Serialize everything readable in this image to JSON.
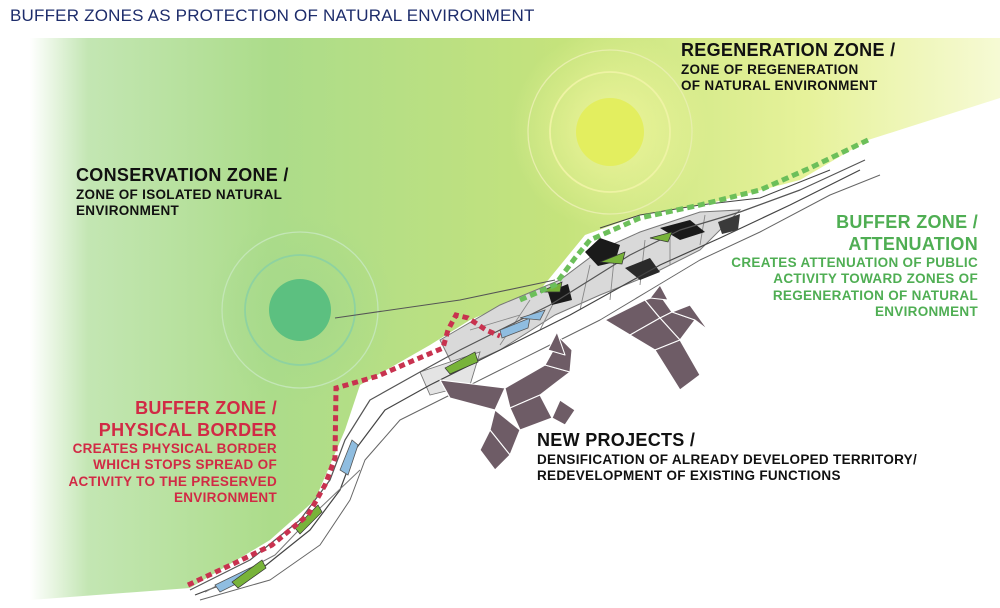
{
  "title": "BUFFER ZONES AS PROTECTION OF NATURAL ENVIRONMENT",
  "zones": {
    "regeneration": {
      "heading": "REGENERATION ZONE /",
      "lines": [
        "ZONE OF REGENERATION",
        "OF NATURAL ENVIRONMENT"
      ]
    },
    "conservation": {
      "heading": "CONSERVATION ZONE /",
      "lines": [
        "ZONE OF ISOLATED NATURAL",
        "ENVIRONMENT"
      ]
    },
    "buffer_attenuation": {
      "heading_1": "BUFFER ZONE /",
      "heading_2": "ATTENUATION",
      "lines": [
        "CREATES ATTENUATION OF PUBLIC",
        "ACTIVITY TOWARD ZONES OF",
        "REGENERATION OF NATURAL",
        "ENVIRONMENT"
      ]
    },
    "buffer_border": {
      "heading_1": "BUFFER ZONE /",
      "heading_2": "PHYSICAL BORDER",
      "lines": [
        "CREATES PHYSICAL BORDER",
        "WHICH STOPS SPREAD OF",
        "ACTIVITY TO THE PRESERVED",
        "ENVIRONMENT"
      ]
    },
    "new_projects": {
      "heading": "NEW PROJECTS /",
      "lines": [
        "DENSIFICATION OF ALREADY DEVELOPED TERRITORY/",
        "REDEVELOPMENT OF EXISTING FUNCTIONS"
      ]
    }
  },
  "colors": {
    "title": "#1d2c6b",
    "red_border": "#c8324f",
    "green_buffer": "#6cbf5a",
    "project_mass": "#6e5c66",
    "conservation_dot": "#5cc080",
    "regeneration_dot": "#e3ee5f"
  }
}
